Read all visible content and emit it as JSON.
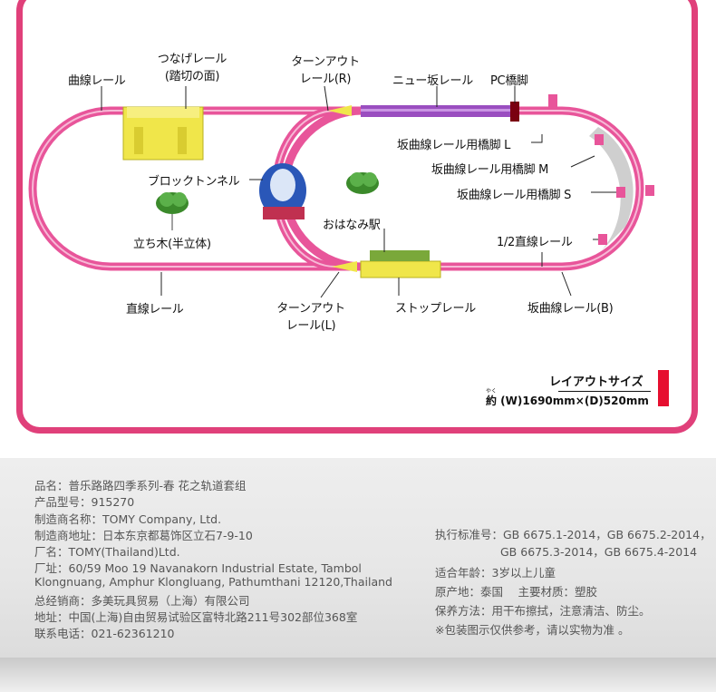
{
  "diagram": {
    "labels": {
      "curve_rail": "曲線レール",
      "connect_rail_1": "つなげレール",
      "connect_rail_2": "(踏切の面)",
      "turnout_r_1": "ターンアウト",
      "turnout_r_2": "レール(R)",
      "new_slope_rail": "ニュー坂レール",
      "pc_pier": "PC橋脚",
      "pier_l": "坂曲線レール用橋脚 L",
      "pier_m": "坂曲線レール用橋脚 M",
      "pier_s": "坂曲線レール用橋脚 S",
      "block_tunnel": "ブロックトンネル",
      "ohanami_station": "おはなみ駅",
      "tree": "立ち木(半立体)",
      "half_straight": "1/2直線レール",
      "straight_rail": "直線レール",
      "turnout_l_1": "ターンアウト",
      "turnout_l_2": "レール(L)",
      "stop_rail": "ストップレール",
      "slope_curve_b": "坂曲線レール(B)"
    },
    "size": {
      "title": "レイアウトサイズ",
      "kana": "やく",
      "value": "約 (W)1690mm×(D)520mm"
    },
    "colors": {
      "frame": "#e0407a",
      "track": "#e8559a",
      "slope": "#9a4ec0",
      "accent": "#e60f2f"
    }
  },
  "info": {
    "product_name": "品名：普乐路路四季系列-春 花之轨道套组",
    "product_model": "产品型号：915270",
    "manufacturer": "制造商名称：TOMY Company, Ltd.",
    "manufacturer_address": "制造商地址：日本东京都葛饰区立石7-9-10",
    "factory": "厂名：TOMY(Thailand)Ltd.",
    "factory_address_1": "厂址：60/59 Moo 19 Navanakorn Industrial Estate, Tambol",
    "factory_address_2": "Klongnuang, Amphur Klongluang, Pathumthani 12120,Thailand",
    "distributor": "总经销商：多美玩具贸易（上海）有限公司",
    "address": "地址：中国(上海)自由贸易试验区富特北路211号302部位368室",
    "phone": "联系电话：021-62361210",
    "standard_1": "执行标准号：GB 6675.1-2014，GB 6675.2-2014，",
    "standard_2": "GB 6675.3-2014，GB 6675.4-2014",
    "age": "适合年龄：3岁以上儿童",
    "origin_material": "原产地：泰国　 主要材质：塑胶",
    "care": "保养方法：用干布擦拭，注意清洁、防尘。",
    "note": "※包装图示仅供参考，请以实物为准 。"
  }
}
